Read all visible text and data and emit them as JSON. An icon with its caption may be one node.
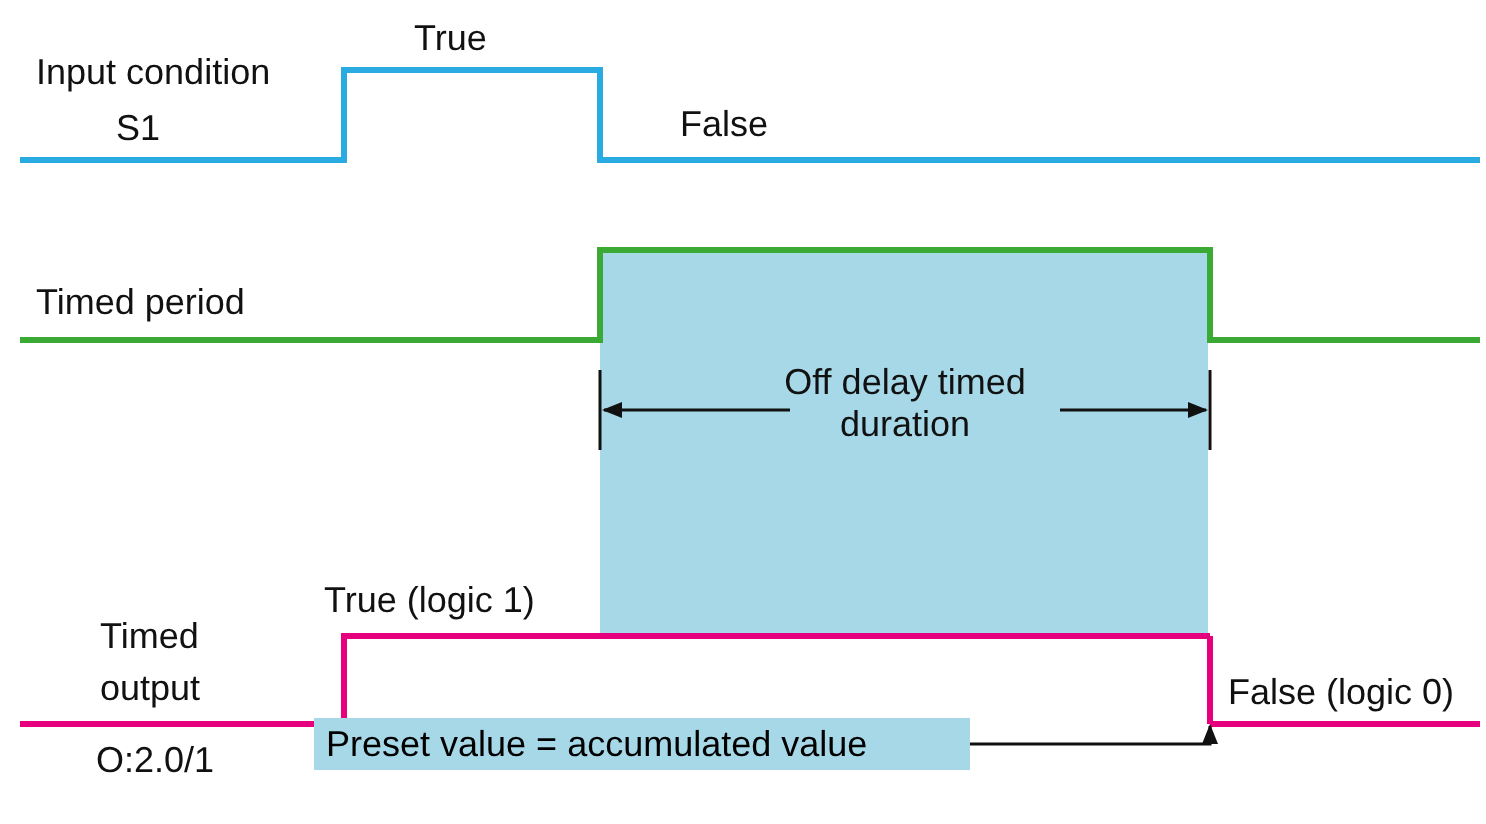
{
  "diagram": {
    "nodes": [
      {
        "text": [
          "Off delay timed duration"
        ]
      },
      {
        "text": [
          "Preset value = accumulated value"
        ]
      },
      {
        "text": [],
        "shape": "line"
      }
    ],
    "edges": [
      {
        "from": 1,
        "to": 2,
        "arrow": "to"
      }
    ],
    "labels": [
      "True",
      "Input condition",
      "S1",
      "False",
      "Timed period",
      "True (logic 1)",
      "Timed output",
      "False (logic 0)",
      "O:2.0/1"
    ]
  }
}
